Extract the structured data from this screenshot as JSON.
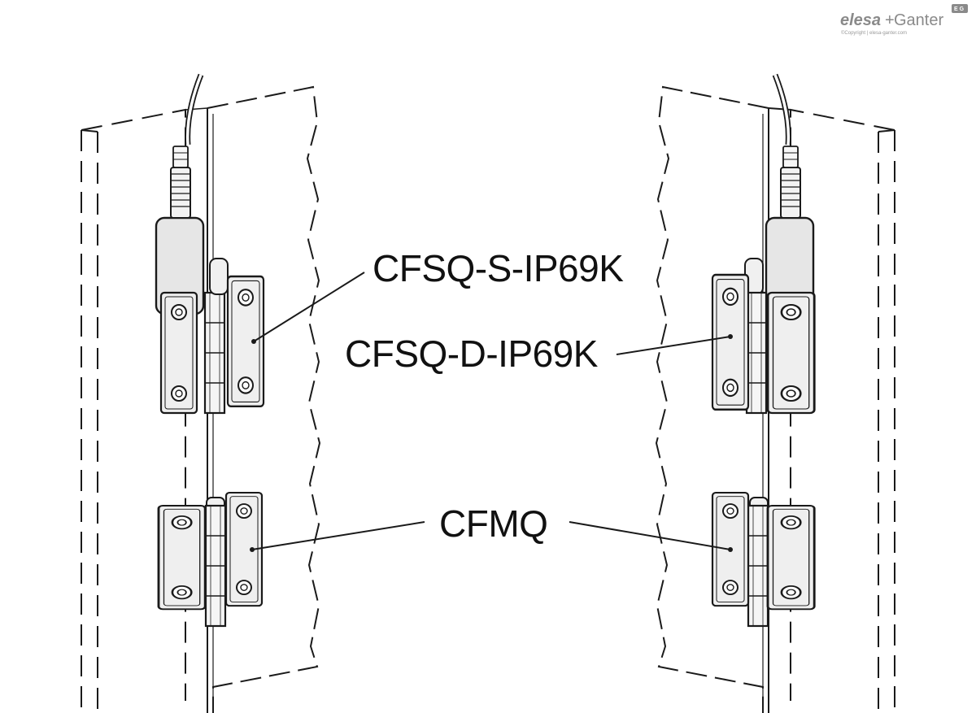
{
  "logo": {
    "main": "elesa",
    "plus": "+",
    "second": "Ganter",
    "copyright": "©Copyright | elesa-ganter.com",
    "badge": "E G"
  },
  "labels": {
    "sensor_single": "CFSQ-S-IP69K",
    "sensor_double": "CFSQ-D-IP69K",
    "mechanical": "CFMQ"
  },
  "colors": {
    "line": "#1a1a1a",
    "sensor_fill": "#e6e6e6",
    "hinge_fill": "#efefef",
    "logo": "#8a8a8a"
  }
}
